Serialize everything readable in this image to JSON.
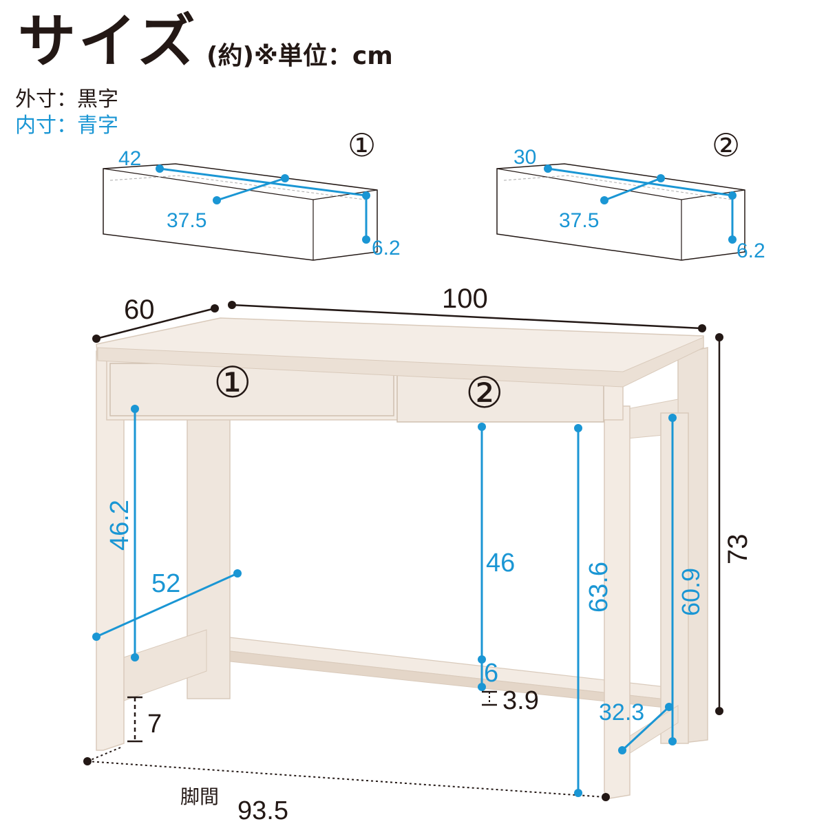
{
  "header": {
    "title": "サイズ",
    "subtitle": "(約)※単位：cm"
  },
  "legend": {
    "outer": "外寸：黒字",
    "inner": "内寸：青字"
  },
  "colors": {
    "outer_text": "#231815",
    "inner_text": "#1a96d4",
    "wood": "#f1e9e1",
    "wood_edge": "#d9cabb"
  },
  "drawers": [
    {
      "marker": "①",
      "width": "42",
      "depth": "37.5",
      "height": "6.2"
    },
    {
      "marker": "②",
      "width": "30",
      "depth": "37.5",
      "height": "6.2"
    }
  ],
  "desk": {
    "outer": {
      "depth": "60",
      "width": "100",
      "height": "73",
      "foot": "7",
      "leg_span_label": "脚間",
      "leg_span": "93.5"
    },
    "inner": {
      "left_knee_height": "46.2",
      "left_depth": "52",
      "center_knee_height": "46",
      "center_knee_bar": "6",
      "bar_offset": "3.9",
      "right_knee_height": "63.6",
      "right_side_height": "60.9",
      "right_depth": "32.3"
    },
    "drawer_markers": [
      "①",
      "②"
    ]
  }
}
